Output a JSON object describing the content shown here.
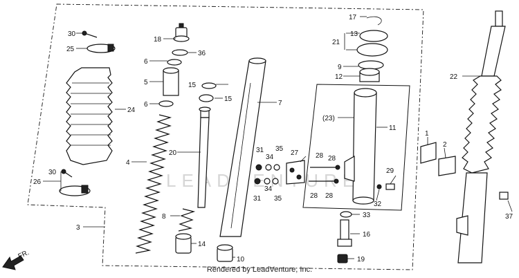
{
  "caption": "Rendered by LeadVenture, Inc.",
  "watermark": "LEADVENTURE",
  "direction_label": "FR.",
  "callouts": {
    "c1": "1",
    "c2": "2",
    "c3": "3",
    "c4": "4",
    "c5": "5",
    "c6a": "6",
    "c6b": "6",
    "c7": "7",
    "c8": "8",
    "c9": "9",
    "c10": "10",
    "c11": "11",
    "c12": "12",
    "c13": "13",
    "c14": "14",
    "c15a": "15",
    "c15b": "15",
    "c16": "16",
    "c17": "17",
    "c18": "18",
    "c19": "19",
    "c20": "20",
    "c21": "21",
    "c22": "22",
    "c23": "(23)",
    "c24": "24",
    "c25": "25",
    "c26": "26",
    "c27": "27",
    "c28a": "28",
    "c28b": "28",
    "c28c": "28",
    "c28d": "28",
    "c29": "29",
    "c30a": "30",
    "c30b": "30",
    "c31a": "31",
    "c31b": "31",
    "c32": "32",
    "c33": "33",
    "c34a": "34",
    "c34b": "34",
    "c35a": "35",
    "c35b": "35",
    "c36": "36",
    "c37": "37"
  }
}
